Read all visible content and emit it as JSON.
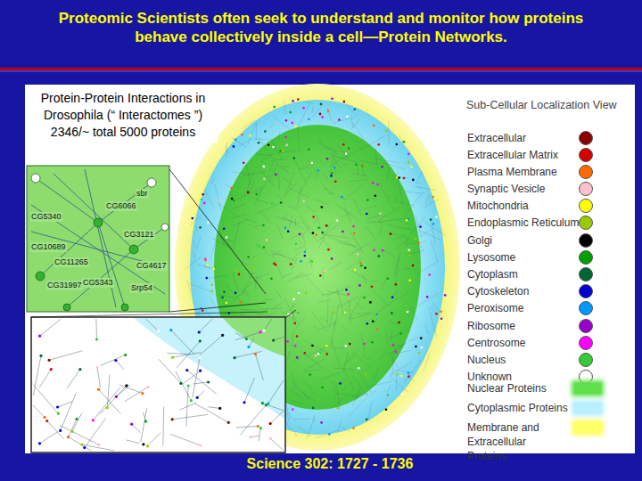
{
  "diagram": {
    "title": "Proteomic Scientists often seek to understand and monitor how proteins behave collectively inside a cell—Protein Networks.",
    "caption": "Science 302: 1727 - 1736",
    "labels": [
      "Protein-Protein Interactions in Drosophila (“ Interactomes ”) 2346/~ total 5000 proteins",
      "sbr",
      "CG6066",
      "CG5340",
      "CG3121",
      "CG10689",
      "CG11265",
      "CG4617",
      "CG31997",
      "CG5343",
      "Srp54",
      "Sub-Cellular Localization View"
    ],
    "legend": [
      {
        "text": "Extracellular",
        "color": "#8b0000"
      },
      {
        "text": "Extracellular Matrix",
        "color": "#d40000"
      },
      {
        "text": "Plasma Membrane",
        "color": "#ff6a00"
      },
      {
        "text": "Synaptic Vesicle",
        "color": "#ffc0cb"
      },
      {
        "text": "Mitochondria",
        "color": "#ffff00"
      },
      {
        "text": "Endoplasmic Reticulum",
        "color": "#99cc00"
      },
      {
        "text": "Golgi",
        "color": "#000000"
      },
      {
        "text": "Lysosome",
        "color": "#00a000"
      },
      {
        "text": "Cytoplasm",
        "color": "#006633"
      },
      {
        "text": "Cytoskeleton",
        "color": "#0000cc"
      },
      {
        "text": "Peroxisome",
        "color": "#0099ff"
      },
      {
        "text": "Ribosome",
        "color": "#9900cc"
      },
      {
        "text": "Centrosome",
        "color": "#ff00ff"
      },
      {
        "text": "Nucleus",
        "color": "#33cc33"
      },
      {
        "text": "Unknown",
        "color": "#ffffff"
      },
      {
        "text": "Nuclear Proteins",
        "color": "#5fe04a"
      },
      {
        "text": "Cytoplasmic Proteins",
        "color": "#b8f0ff"
      },
      {
        "text": "Membrane and Extracellular Proteins",
        "color": "#ffff66"
      }
    ]
  }
}
